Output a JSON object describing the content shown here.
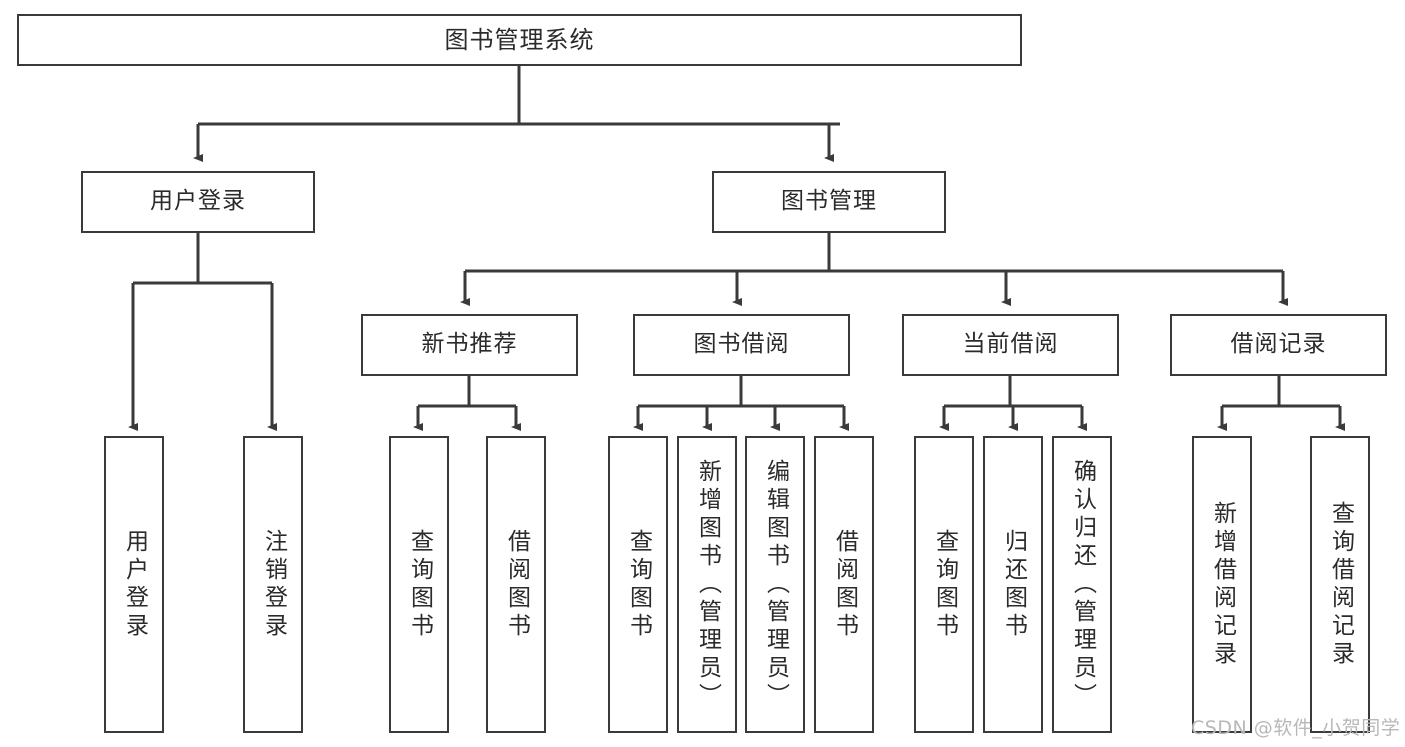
{
  "diagram": {
    "title": "图书管理系统",
    "type": "hierarchy-tree",
    "watermark": "CSDN @软件_小贺同学",
    "colors": {
      "box_border": "#3a3a3a",
      "box_fill": "#ffffff",
      "connector": "#3a3a3a",
      "text": "#2b2b2b",
      "watermark": "#b8b8b8"
    },
    "levels": {
      "root": {
        "label": "图书管理系统"
      },
      "level2": [
        {
          "id": "user-login",
          "label": "用户登录"
        },
        {
          "id": "book-manage",
          "label": "图书管理"
        }
      ],
      "level3": [
        {
          "id": "new-book-recommend",
          "label": "新书推荐",
          "parent": "book-manage"
        },
        {
          "id": "book-borrow",
          "label": "图书借阅",
          "parent": "book-manage"
        },
        {
          "id": "current-borrow",
          "label": "当前借阅",
          "parent": "book-manage"
        },
        {
          "id": "borrow-record",
          "label": "借阅记录",
          "parent": "book-manage"
        }
      ],
      "leaves": [
        {
          "id": "leaf-user-login",
          "label": "用户登录",
          "parent": "user-login"
        },
        {
          "id": "leaf-logout-login",
          "label": "注销登录",
          "parent": "user-login"
        },
        {
          "id": "leaf-query-book-1",
          "label": "查询图书",
          "parent": "new-book-recommend"
        },
        {
          "id": "leaf-borrow-book-1",
          "label": "借阅图书",
          "parent": "new-book-recommend"
        },
        {
          "id": "leaf-query-book-2",
          "label": "查询图书",
          "parent": "book-borrow"
        },
        {
          "id": "leaf-add-book",
          "label": "新增图书（管理员）",
          "parent": "book-borrow"
        },
        {
          "id": "leaf-edit-book",
          "label": "编辑图书（管理员）",
          "parent": "book-borrow"
        },
        {
          "id": "leaf-borrow-book-2",
          "label": "借阅图书",
          "parent": "book-borrow"
        },
        {
          "id": "leaf-query-book-3",
          "label": "查询图书",
          "parent": "current-borrow"
        },
        {
          "id": "leaf-return-book",
          "label": "归还图书",
          "parent": "current-borrow"
        },
        {
          "id": "leaf-confirm-return",
          "label": "确认归还（管理员）",
          "parent": "current-borrow"
        },
        {
          "id": "leaf-add-record",
          "label": "新增借阅记录",
          "parent": "borrow-record"
        },
        {
          "id": "leaf-query-record",
          "label": "查询借阅记录",
          "parent": "borrow-record"
        }
      ]
    }
  }
}
